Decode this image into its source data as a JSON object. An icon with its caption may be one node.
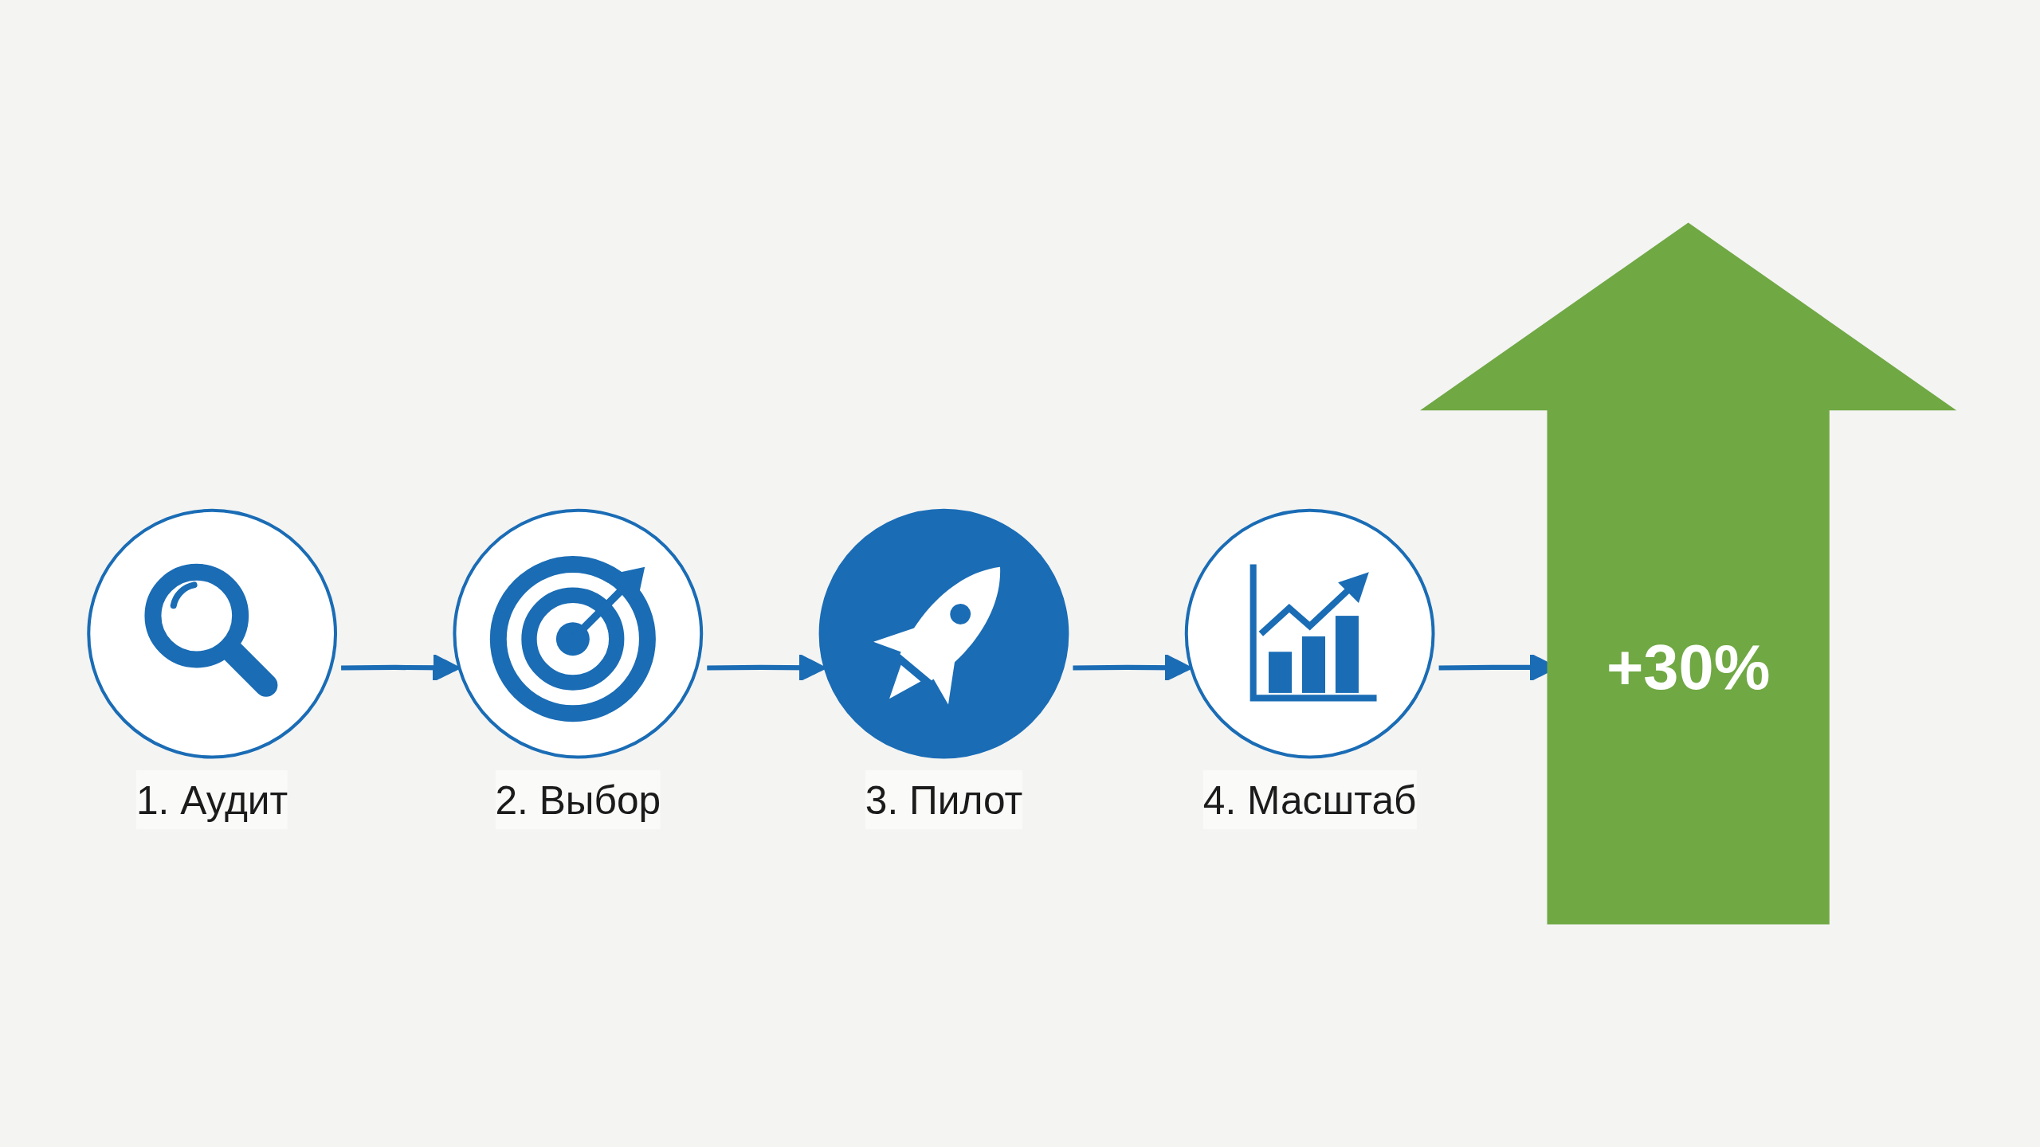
{
  "diagram": {
    "nodes": [
      {
        "text": [
          "1. Аудит"
        ]
      },
      {
        "text": [
          "2. Выбор"
        ]
      },
      {
        "text": [
          "3. Пилот"
        ]
      },
      {
        "text": [
          "4. Масштаб"
        ]
      },
      {
        "text": [
          "+30%"
        ]
      }
    ],
    "edges": [
      {
        "from": 0,
        "to": 1,
        "arrow": "to"
      },
      {
        "from": 1,
        "to": 2,
        "arrow": "to"
      },
      {
        "from": 2,
        "to": 3,
        "arrow": "to"
      },
      {
        "from": 3,
        "to": 4,
        "arrow": "to"
      }
    ]
  }
}
